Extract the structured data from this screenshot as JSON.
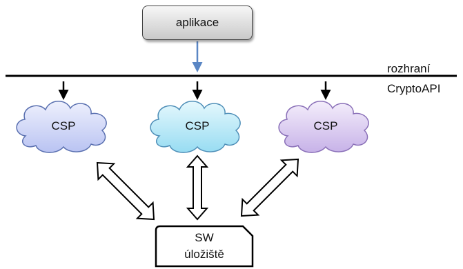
{
  "app_box": {
    "label": "aplikace"
  },
  "interface": {
    "line1": "rozhraní",
    "line2": "CryptoAPI"
  },
  "csps": [
    {
      "label": "CSP",
      "color": "#cfd6f6"
    },
    {
      "label": "CSP",
      "color": "#b8e8f6"
    },
    {
      "label": "CSP",
      "color": "#dccdf0"
    }
  ],
  "storage": {
    "line1": "SW",
    "line2": "úložiště"
  },
  "colors": {
    "app_arrow": "#5a86c4",
    "line": "#000000",
    "outline": "#5a70b0"
  }
}
